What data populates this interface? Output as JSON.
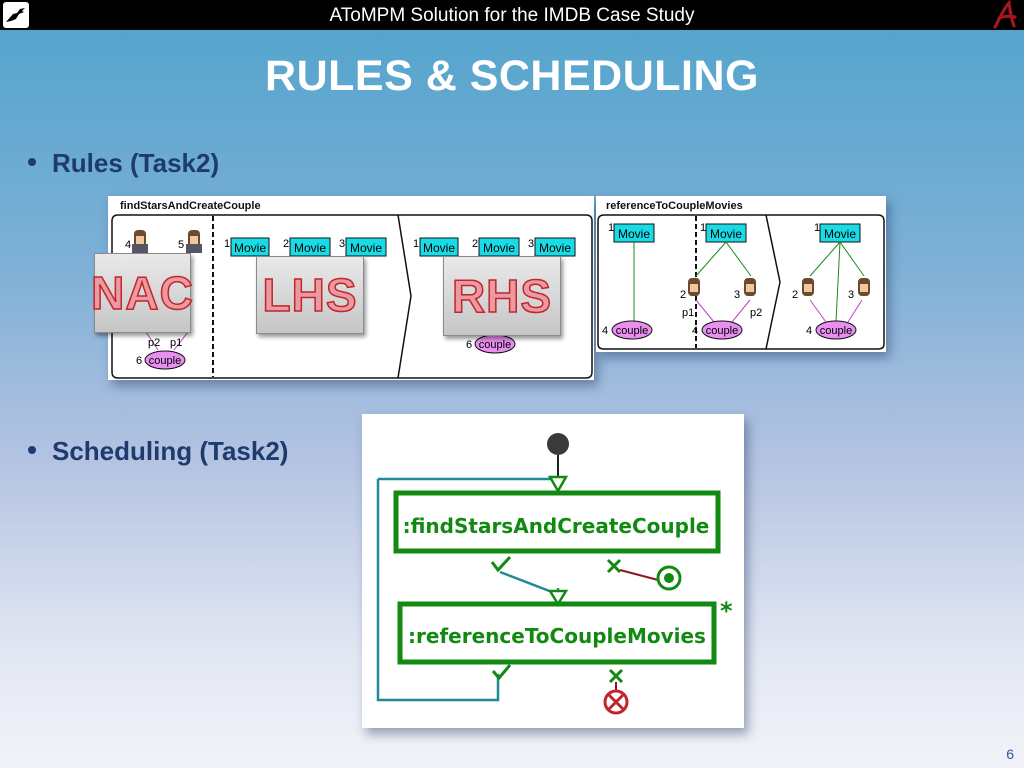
{
  "header": {
    "title": "AToMPM Solution for the IMDB Case Study"
  },
  "slide": {
    "title": "RULES & SCHEDULING",
    "page": "6"
  },
  "bullets": [
    {
      "label": "Rules (Task2)"
    },
    {
      "label": "Scheduling (Task2)"
    }
  ],
  "rule1": {
    "name": "findStarsAndCreateCouple",
    "nac": "NAC",
    "lhs": "LHS",
    "rhs": "RHS",
    "movie": "Movie",
    "couple": "couple",
    "labels": {
      "n1": "1",
      "n2": "2",
      "n3": "3",
      "n4": "4",
      "n5": "5",
      "n6": "6",
      "p1": "p1",
      "p2": "p2"
    }
  },
  "rule2": {
    "name": "referenceToCoupleMovies",
    "movie": "Movie",
    "couple": "couple",
    "labels": {
      "n1": "1",
      "n2": "2",
      "n3": "3",
      "n4": "4",
      "p1": "p1",
      "p2": "p2"
    }
  },
  "schedule": {
    "rule1": ":findStarsAndCreateCouple",
    "rule2": ":referenceToCoupleMovies",
    "star": "*"
  },
  "colors": {
    "accent": "#1f3b6e",
    "green": "#128a12",
    "teal": "#1e8a94",
    "cyan": "#19dbe5",
    "pink": "#e98ff0"
  }
}
